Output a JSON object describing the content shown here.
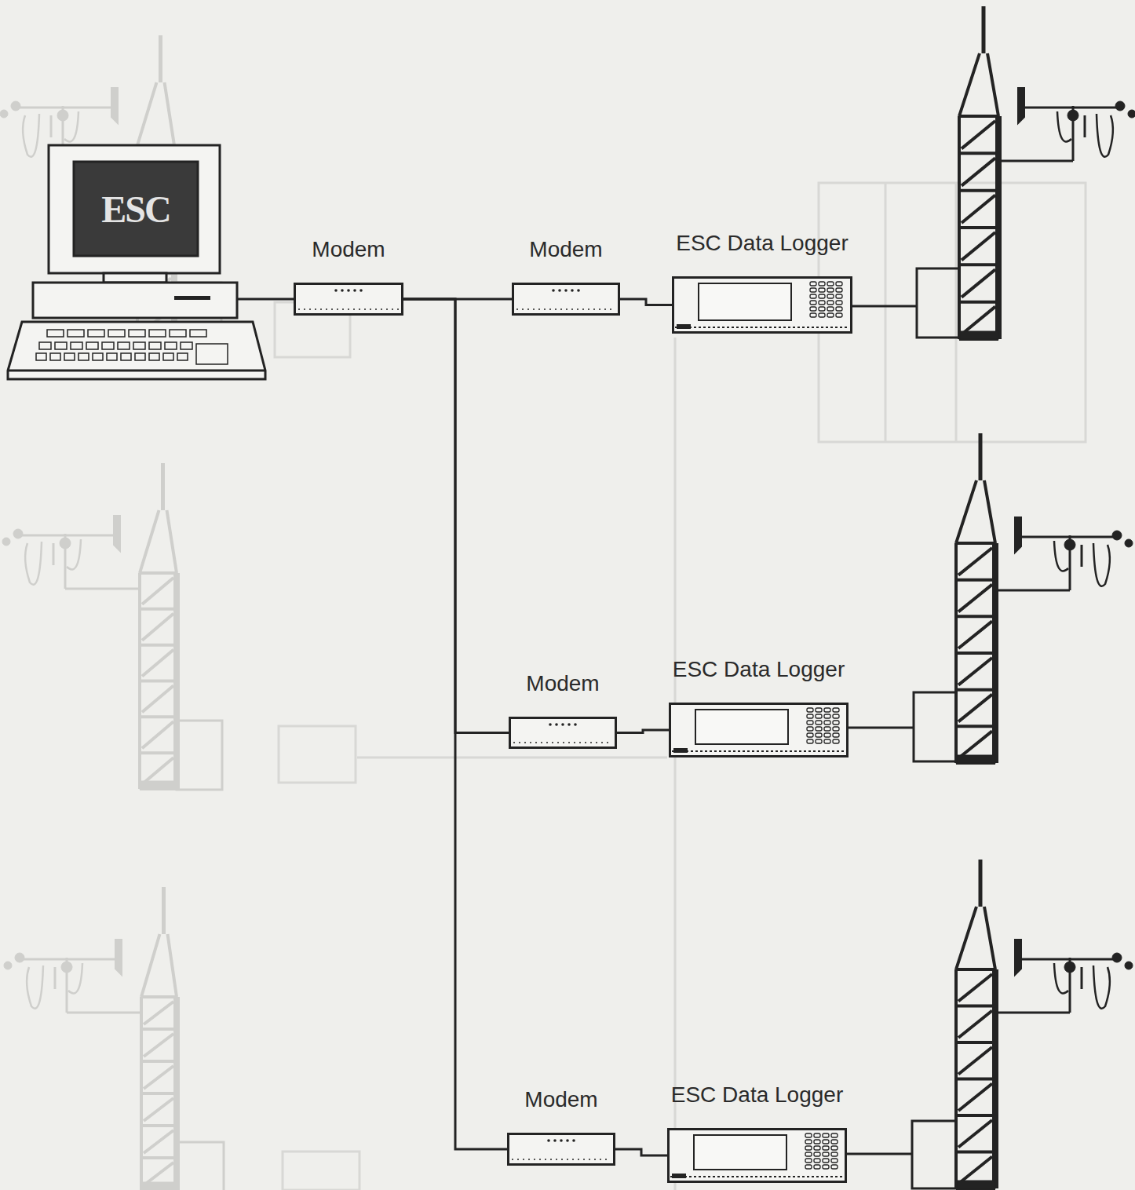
{
  "diagram": {
    "nodes": [
      {
        "text": [
          "ESC"
        ]
      },
      {
        "text": [
          "Modem"
        ]
      },
      {
        "text": [
          "Modem"
        ]
      },
      {
        "text": [
          "ESC Data Logger"
        ]
      },
      {
        "text": [
          "Modem"
        ]
      },
      {
        "text": [
          "ESC Data Logger"
        ]
      },
      {
        "text": [
          "Modem"
        ]
      },
      {
        "text": [
          "ESC Data Logger"
        ]
      }
    ],
    "edges": [
      {
        "from": 0,
        "to": 1,
        "arrow": "none"
      },
      {
        "from": 1,
        "to": 2,
        "arrow": "none"
      },
      {
        "from": 1,
        "to": 4,
        "arrow": "none"
      },
      {
        "from": 1,
        "to": 6,
        "arrow": "none"
      },
      {
        "from": 2,
        "to": 3,
        "arrow": "none"
      },
      {
        "from": 4,
        "to": 5,
        "arrow": "none"
      },
      {
        "from": 6,
        "to": 7,
        "arrow": "none"
      }
    ]
  }
}
